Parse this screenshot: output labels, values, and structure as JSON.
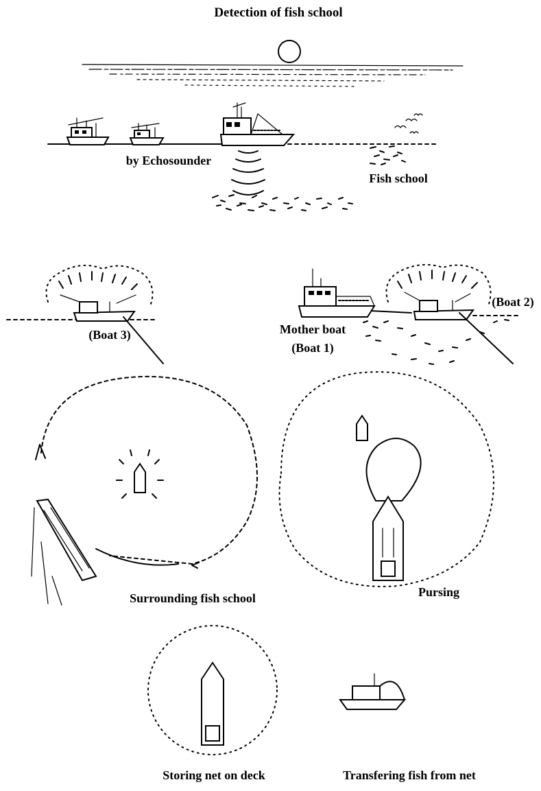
{
  "labels": {
    "detection": "Detection of fish school",
    "echosounder": "by Echosounder",
    "fish_school": "Fish school",
    "boat3": "(Boat 3)",
    "boat2": "(Boat 2)",
    "mother_boat_line1": "Mother boat",
    "mother_boat_line2": "(Boat 1)",
    "surrounding": "Surrounding fish school",
    "pursing": "Pursing",
    "storing": "Storing net on deck",
    "transfering": "Transfering fish from net"
  }
}
